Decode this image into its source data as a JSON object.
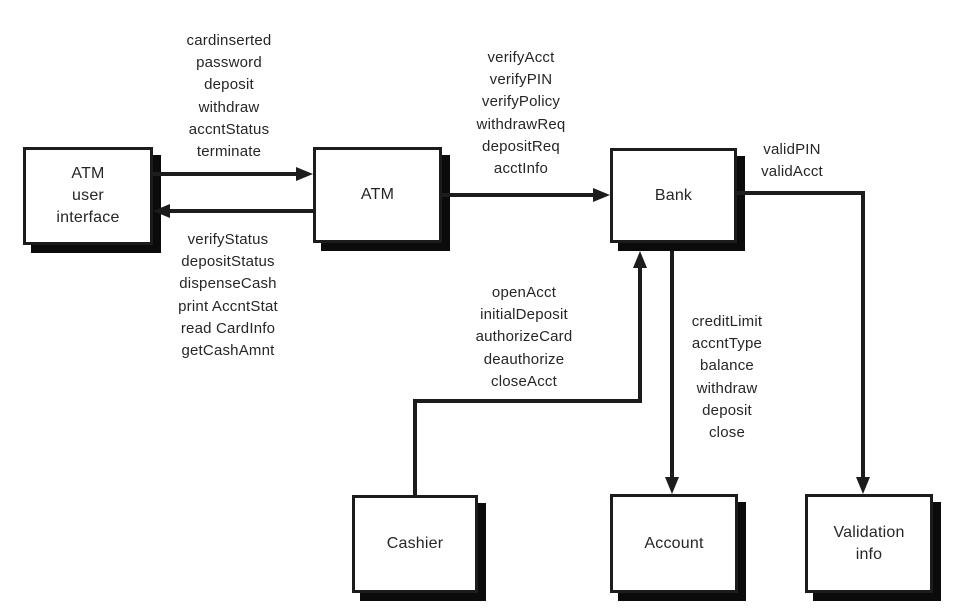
{
  "nodes": {
    "atm_ui": {
      "lines": [
        "ATM",
        "user",
        "interface"
      ]
    },
    "atm": {
      "label": "ATM"
    },
    "bank": {
      "label": "Bank"
    },
    "cashier": {
      "label": "Cashier"
    },
    "account": {
      "label": "Account"
    },
    "validation": {
      "lines": [
        "Validation",
        "info"
      ]
    }
  },
  "messages": {
    "ui_to_atm": [
      "cardinserted",
      "password",
      "deposit",
      "withdraw",
      "accntStatus",
      "terminate"
    ],
    "atm_to_ui": [
      "verifyStatus",
      "depositStatus",
      "dispenseCash",
      "print AccntStat",
      "read CardInfo",
      "getCashAmnt"
    ],
    "atm_to_bank": [
      "verifyAcct",
      "verifyPIN",
      "verifyPolicy",
      "withdrawReq",
      "depositReq",
      "acctInfo"
    ],
    "bank_to_validation": [
      "validPIN",
      "validAcct"
    ],
    "cashier_to_bank": [
      "openAcct",
      "initialDeposit",
      "authorizeCard",
      "deauthorize",
      "closeAcct"
    ],
    "bank_to_account": [
      "creditLimit",
      "accntType",
      "balance",
      "withdraw",
      "deposit",
      "close"
    ]
  },
  "colors": {
    "ink": "#1c1c1c",
    "shadow": "#0b0b0b",
    "background": "#ffffff"
  }
}
